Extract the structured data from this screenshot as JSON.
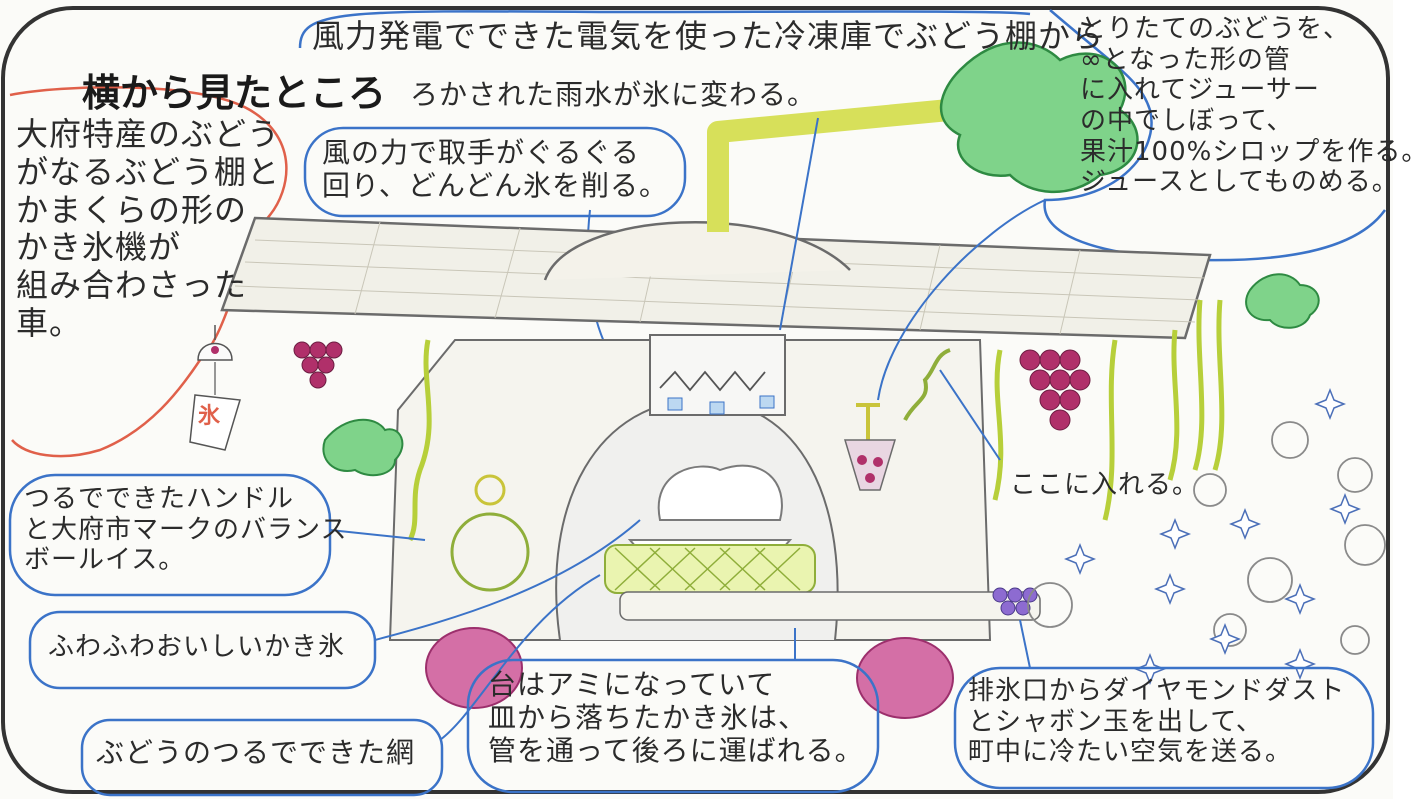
{
  "title": "横から見たところ",
  "texts": {
    "top_banner": "風力発電でできた電気を使った冷凍庫でぶどう棚から",
    "top_banner_cont": "ろかされた雨水が氷に変わる。",
    "left_intro": "大府特産のぶどう\nがなるぶどう棚と\nかまくらの形の\nかき氷機が\n組み合わさった\n車。",
    "wind": "風の力で取手がぐるぐる\n回り、どんどん氷を削る。",
    "right_top": "とりたてのぶどうを、\n∞となった形の管\nに入れてジューサー\nの中でしぼって、\n果汁100%シロップを作る。\nジュースとしてものめる。",
    "handle": "つるでできたハンドル\nと大府市マークのバランス\nボールイス。",
    "fluffy": "ふわふわおいしいかき氷",
    "base": "台はアミになっていて\n皿から落ちたかき氷は、\n管を通って後ろに運ばれる。",
    "net": "ぶどうのつるでできた網",
    "exhaust": "排氷口からダイヤモンドダスト\nとシャボン玉を出して、\n町中に冷たい空気を送る。",
    "put_here": "ここに入れる。",
    "flag_ice": "氷"
  },
  "colors": {
    "callout_blue": "#3b73c8",
    "intro_red": "#e0604a",
    "leaf_green": "#4cbf6b",
    "pipe_green": "#d7e05a",
    "grape_purple": "#b0306a",
    "wheel_pink": "#c2508e"
  },
  "icons": [
    "leaf-icon",
    "grape-cluster-icon",
    "wind-chime-icon",
    "sparkle-icon",
    "bubble-icon"
  ]
}
